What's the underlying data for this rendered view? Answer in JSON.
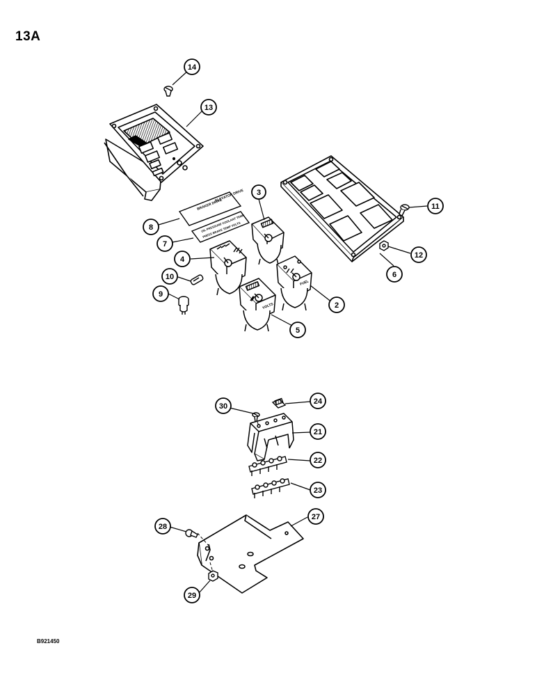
{
  "page": {
    "label": "13A",
    "drawing_number": "B921450"
  },
  "labels": {
    "brake_drive": "BRAKER DRIVE",
    "elevator_drive": "ELEVATOR DRIVE",
    "strip_line1": "OIL PRESSURE COOLANT TEMP",
    "strip_line2": "PRESS BRAKE TEMP VOLTS",
    "fuel": "FUEL",
    "volts": "VOLTS"
  },
  "callouts": [
    {
      "id": "callout-14",
      "num": "14"
    },
    {
      "id": "callout-13",
      "num": "13"
    },
    {
      "id": "callout-3",
      "num": "3"
    },
    {
      "id": "callout-11",
      "num": "11"
    },
    {
      "id": "callout-8",
      "num": "8"
    },
    {
      "id": "callout-7",
      "num": "7"
    },
    {
      "id": "callout-12",
      "num": "12"
    },
    {
      "id": "callout-6",
      "num": "6"
    },
    {
      "id": "callout-4",
      "num": "4"
    },
    {
      "id": "callout-10",
      "num": "10"
    },
    {
      "id": "callout-9",
      "num": "9"
    },
    {
      "id": "callout-2",
      "num": "2"
    },
    {
      "id": "callout-5",
      "num": "5"
    },
    {
      "id": "callout-30",
      "num": "30"
    },
    {
      "id": "callout-24",
      "num": "24"
    },
    {
      "id": "callout-21",
      "num": "21"
    },
    {
      "id": "callout-22",
      "num": "22"
    },
    {
      "id": "callout-23",
      "num": "23"
    },
    {
      "id": "callout-28",
      "num": "28"
    },
    {
      "id": "callout-27",
      "num": "27"
    },
    {
      "id": "callout-29",
      "num": "29"
    }
  ]
}
